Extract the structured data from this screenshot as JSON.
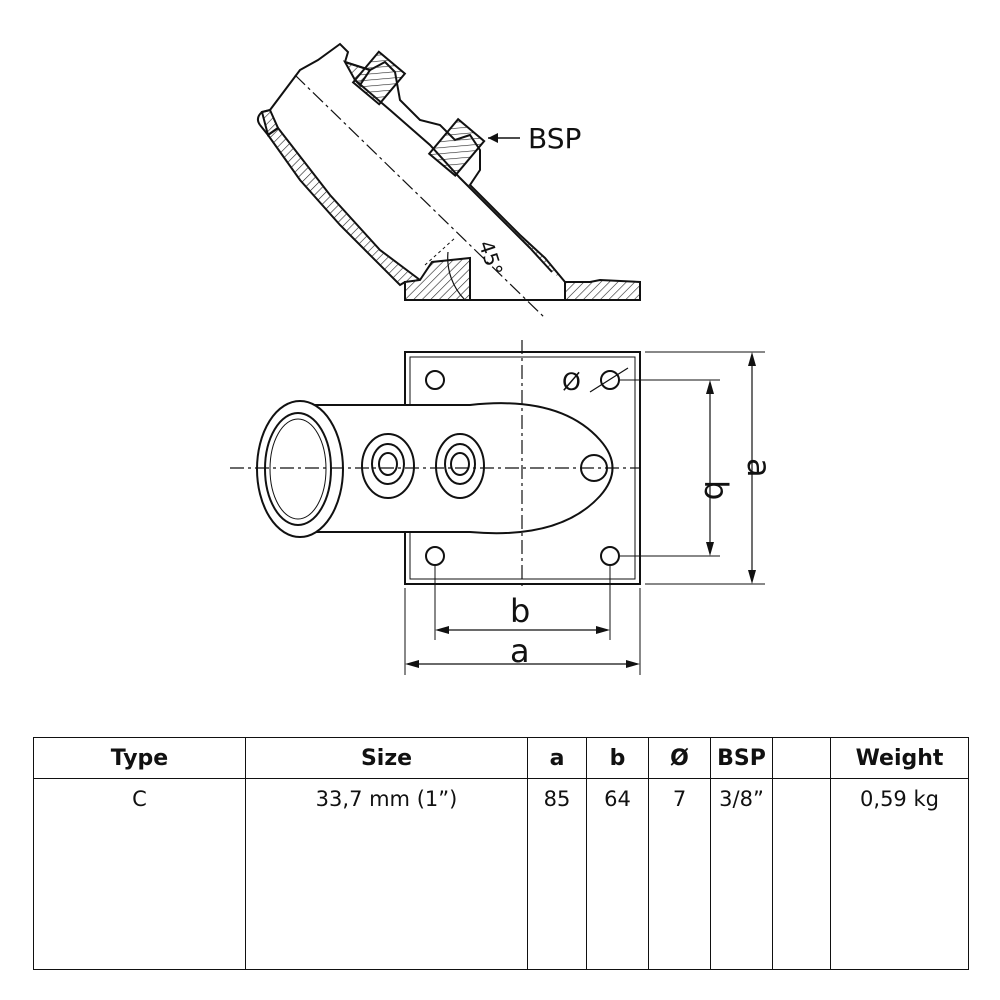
{
  "drawing": {
    "bsp_callout": "BSP",
    "angle_label": "45°",
    "dim_a_horizontal": "a",
    "dim_b_horizontal": "b",
    "dim_a_vertical": "a",
    "dim_b_vertical": "b",
    "hole_diameter_label": "Ø"
  },
  "table": {
    "headers": [
      "Type",
      "Size",
      "a",
      "b",
      "Ø",
      "BSP",
      "",
      "Weight"
    ],
    "rows": [
      [
        "C",
        "33,7 mm (1”)",
        "85",
        "64",
        "7",
        "3/8”",
        "",
        "0,59 kg"
      ]
    ]
  }
}
